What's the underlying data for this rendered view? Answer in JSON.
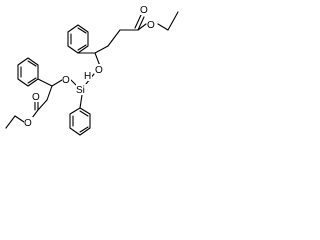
{
  "molecule": {
    "atoms": {
      "o_carbonyl_top": "O",
      "o_ester_top": "O",
      "o_ether_right": "O",
      "h_on_si": "H",
      "si": "Si",
      "o_ether_left": "O",
      "o_carbonyl_left": "O",
      "o_ester_left": "O"
    }
  }
}
